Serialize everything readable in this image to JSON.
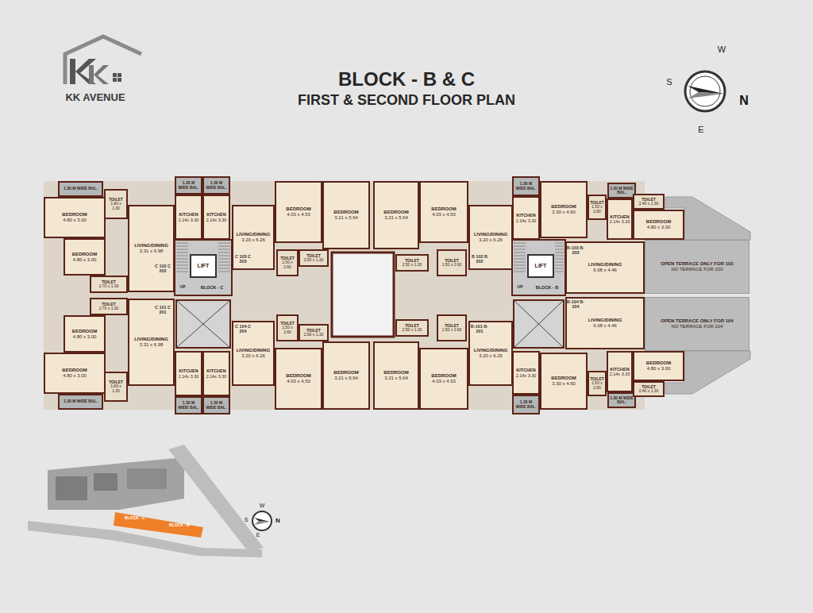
{
  "diagram": {
    "title": "BLOCK - B & C",
    "nodes": [
      {
        "text": [
          "1.30 M WIDE BAL."
        ]
      },
      {
        "text": [
          "BEDROOM",
          "4.80 x 3.00"
        ]
      },
      {
        "text": [
          "TOILET",
          "1.80 x 1.30"
        ]
      },
      {
        "text": [
          "BEDROOM",
          "4.80 x 3.00"
        ]
      },
      {
        "text": [
          "TOILET",
          "2.70 x 1.30"
        ]
      },
      {
        "text": [
          "LIVING/DINING",
          "3.31 x 6.98"
        ]
      },
      {
        "text": [
          "1.30 M WIDE BAL."
        ]
      },
      {
        "text": [
          "1.30 M WIDE BAL."
        ]
      },
      {
        "text": [
          "KITCHEN",
          "2.14x 3.30"
        ]
      },
      {
        "text": [
          "KITCHEN",
          "2.14x 3.30"
        ]
      },
      {
        "text": [
          "LIFT"
        ]
      },
      {
        "text": [
          "LIVING/DINING",
          "3.20 x 6.26"
        ]
      },
      {
        "text": [
          "BEDROOM",
          "4.03 x 4.53"
        ]
      },
      {
        "text": [
          "BEDROOM",
          "3.21 x 5.64"
        ]
      },
      {
        "text": [
          "TOILET",
          "1.50 x 2.60"
        ]
      },
      {
        "text": [
          "TOILET",
          "2.50 x 1.30"
        ]
      },
      {
        "text": [
          "BEDROOM",
          "3.21 x 5.64"
        ]
      },
      {
        "text": [
          "BEDROOM",
          "4.03 x 4.53"
        ]
      },
      {
        "text": [
          "TOILET",
          "2.50 x 1.30"
        ]
      },
      {
        "text": [
          "TOILET",
          "1.50 x 2.60"
        ]
      },
      {
        "text": [
          "LIVING/DINING",
          "3.20 x 6.26"
        ]
      },
      {
        "text": [
          "1.30 M WIDE BAL."
        ]
      },
      {
        "text": [
          "KITCHEN",
          "2.14x 3.30"
        ]
      },
      {
        "text": [
          "LIFT"
        ]
      },
      {
        "text": [
          "BEDROOM",
          "3.30 x 4.60"
        ]
      },
      {
        "text": [
          "TOILET",
          "1.50 x 2.60"
        ]
      },
      {
        "text": [
          "1.30 M WIDE BAL."
        ]
      },
      {
        "text": [
          "KITCHEN",
          "2.14x 3.33"
        ]
      },
      {
        "text": [
          "TOILET",
          "2.40 x 1.30"
        ]
      },
      {
        "text": [
          "BEDROOM",
          "4.80 x 3.00"
        ]
      },
      {
        "text": [
          "LIVING/DINING",
          "6.08 x 4.46"
        ]
      },
      {
        "text": [
          "OPEN TERRACE ONLY FOR 103",
          "NO TERRACE FOR 203"
        ]
      },
      {
        "text": [
          "1.30 M WIDE BAL."
        ]
      },
      {
        "text": [
          "BEDROOM",
          "4.80 x 3.00"
        ]
      },
      {
        "text": [
          "TOILET",
          "1.80 x 1.30"
        ]
      },
      {
        "text": [
          "BEDROOM",
          "4.80 x 3.00"
        ]
      },
      {
        "text": [
          "TOILET",
          "2.70 x 1.30"
        ]
      },
      {
        "text": [
          "LIVING/DINING",
          "3.31 x 6.98"
        ]
      },
      {
        "text": [
          "1.30 M WIDE BAL."
        ]
      },
      {
        "text": [
          "1.30 M WIDE BAL."
        ]
      },
      {
        "text": [
          "KITCHEN",
          "2.14x 3.30"
        ]
      },
      {
        "text": [
          "KITCHEN",
          "2.14x 3.30"
        ]
      },
      {
        "text": [
          "LIVING/DINING",
          "3.20 x 6.26"
        ]
      },
      {
        "text": [
          "BEDROOM",
          "4.03 x 4.53"
        ]
      },
      {
        "text": [
          "BEDROOM",
          "3.21 x 5.64"
        ]
      },
      {
        "text": [
          "TOILET",
          "1.50 x 2.60"
        ]
      },
      {
        "text": [
          "TOILET",
          "2.50 x 1.30"
        ]
      },
      {
        "text": [
          "BEDROOM",
          "3.21 x 5.64"
        ]
      },
      {
        "text": [
          "BEDROOM",
          "4.03 x 4.53"
        ]
      },
      {
        "text": [
          "TOILET",
          "2.50 x 1.30"
        ]
      },
      {
        "text": [
          "TOILET",
          "1.50 x 2.60"
        ]
      },
      {
        "text": [
          "LIVING/DINING",
          "3.20 x 6.26"
        ]
      },
      {
        "text": [
          "1.30 M WIDE BAL."
        ]
      },
      {
        "text": [
          "KITCHEN",
          "2.14x 3.30"
        ]
      },
      {
        "text": [
          "BEDROOM",
          "3.30 x 4.60"
        ]
      },
      {
        "text": [
          "TOILET",
          "1.50 x 2.60"
        ]
      },
      {
        "text": [
          "1.30 M WIDE BAL."
        ]
      },
      {
        "text": [
          "KITCHEN",
          "2.14x 3.33"
        ]
      },
      {
        "text": [
          "TOILET",
          "2.40 x 1.30"
        ]
      },
      {
        "text": [
          "BEDROOM",
          "4.80 x 3.00"
        ]
      },
      {
        "text": [
          "LIVING/DINING",
          "6.08 x 4.46"
        ]
      },
      {
        "text": [
          "OPEN TERRACE ONLY FOR 104",
          "NO TERRACE FOR 204"
        ]
      }
    ],
    "labels": [
      "KK AVENUE",
      "FIRST & SECOND FLOOR PLAN",
      "W",
      "S",
      "N",
      "E",
      "C 102 C 202",
      "C 103 C 203",
      "B 102 B 202",
      "B-103 B-203",
      "UP",
      "BLOCK - C",
      "UP",
      "BLOCK - B",
      "C 101 C 201",
      "C 104 C 204",
      "B-101 B-201",
      "B-104 B-204",
      "BLOCK - C",
      "BLOCK - B",
      "W",
      "S",
      "N",
      "E"
    ]
  }
}
